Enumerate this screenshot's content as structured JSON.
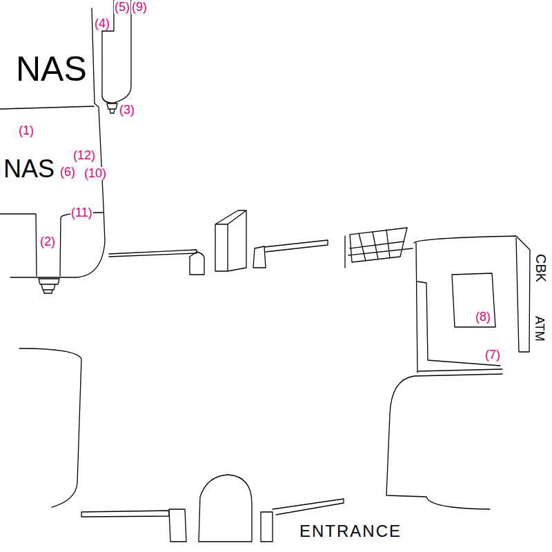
{
  "diagram": {
    "labels": [
      "(5)",
      "(9)",
      "(4)",
      "NAS",
      "(3)",
      "(1)",
      "(12)",
      "NAS",
      "(6)",
      "(10)",
      "(11)",
      "(2)",
      "CBK",
      "ATM",
      "(8)",
      "(7)",
      "ENTRANCE"
    ]
  }
}
